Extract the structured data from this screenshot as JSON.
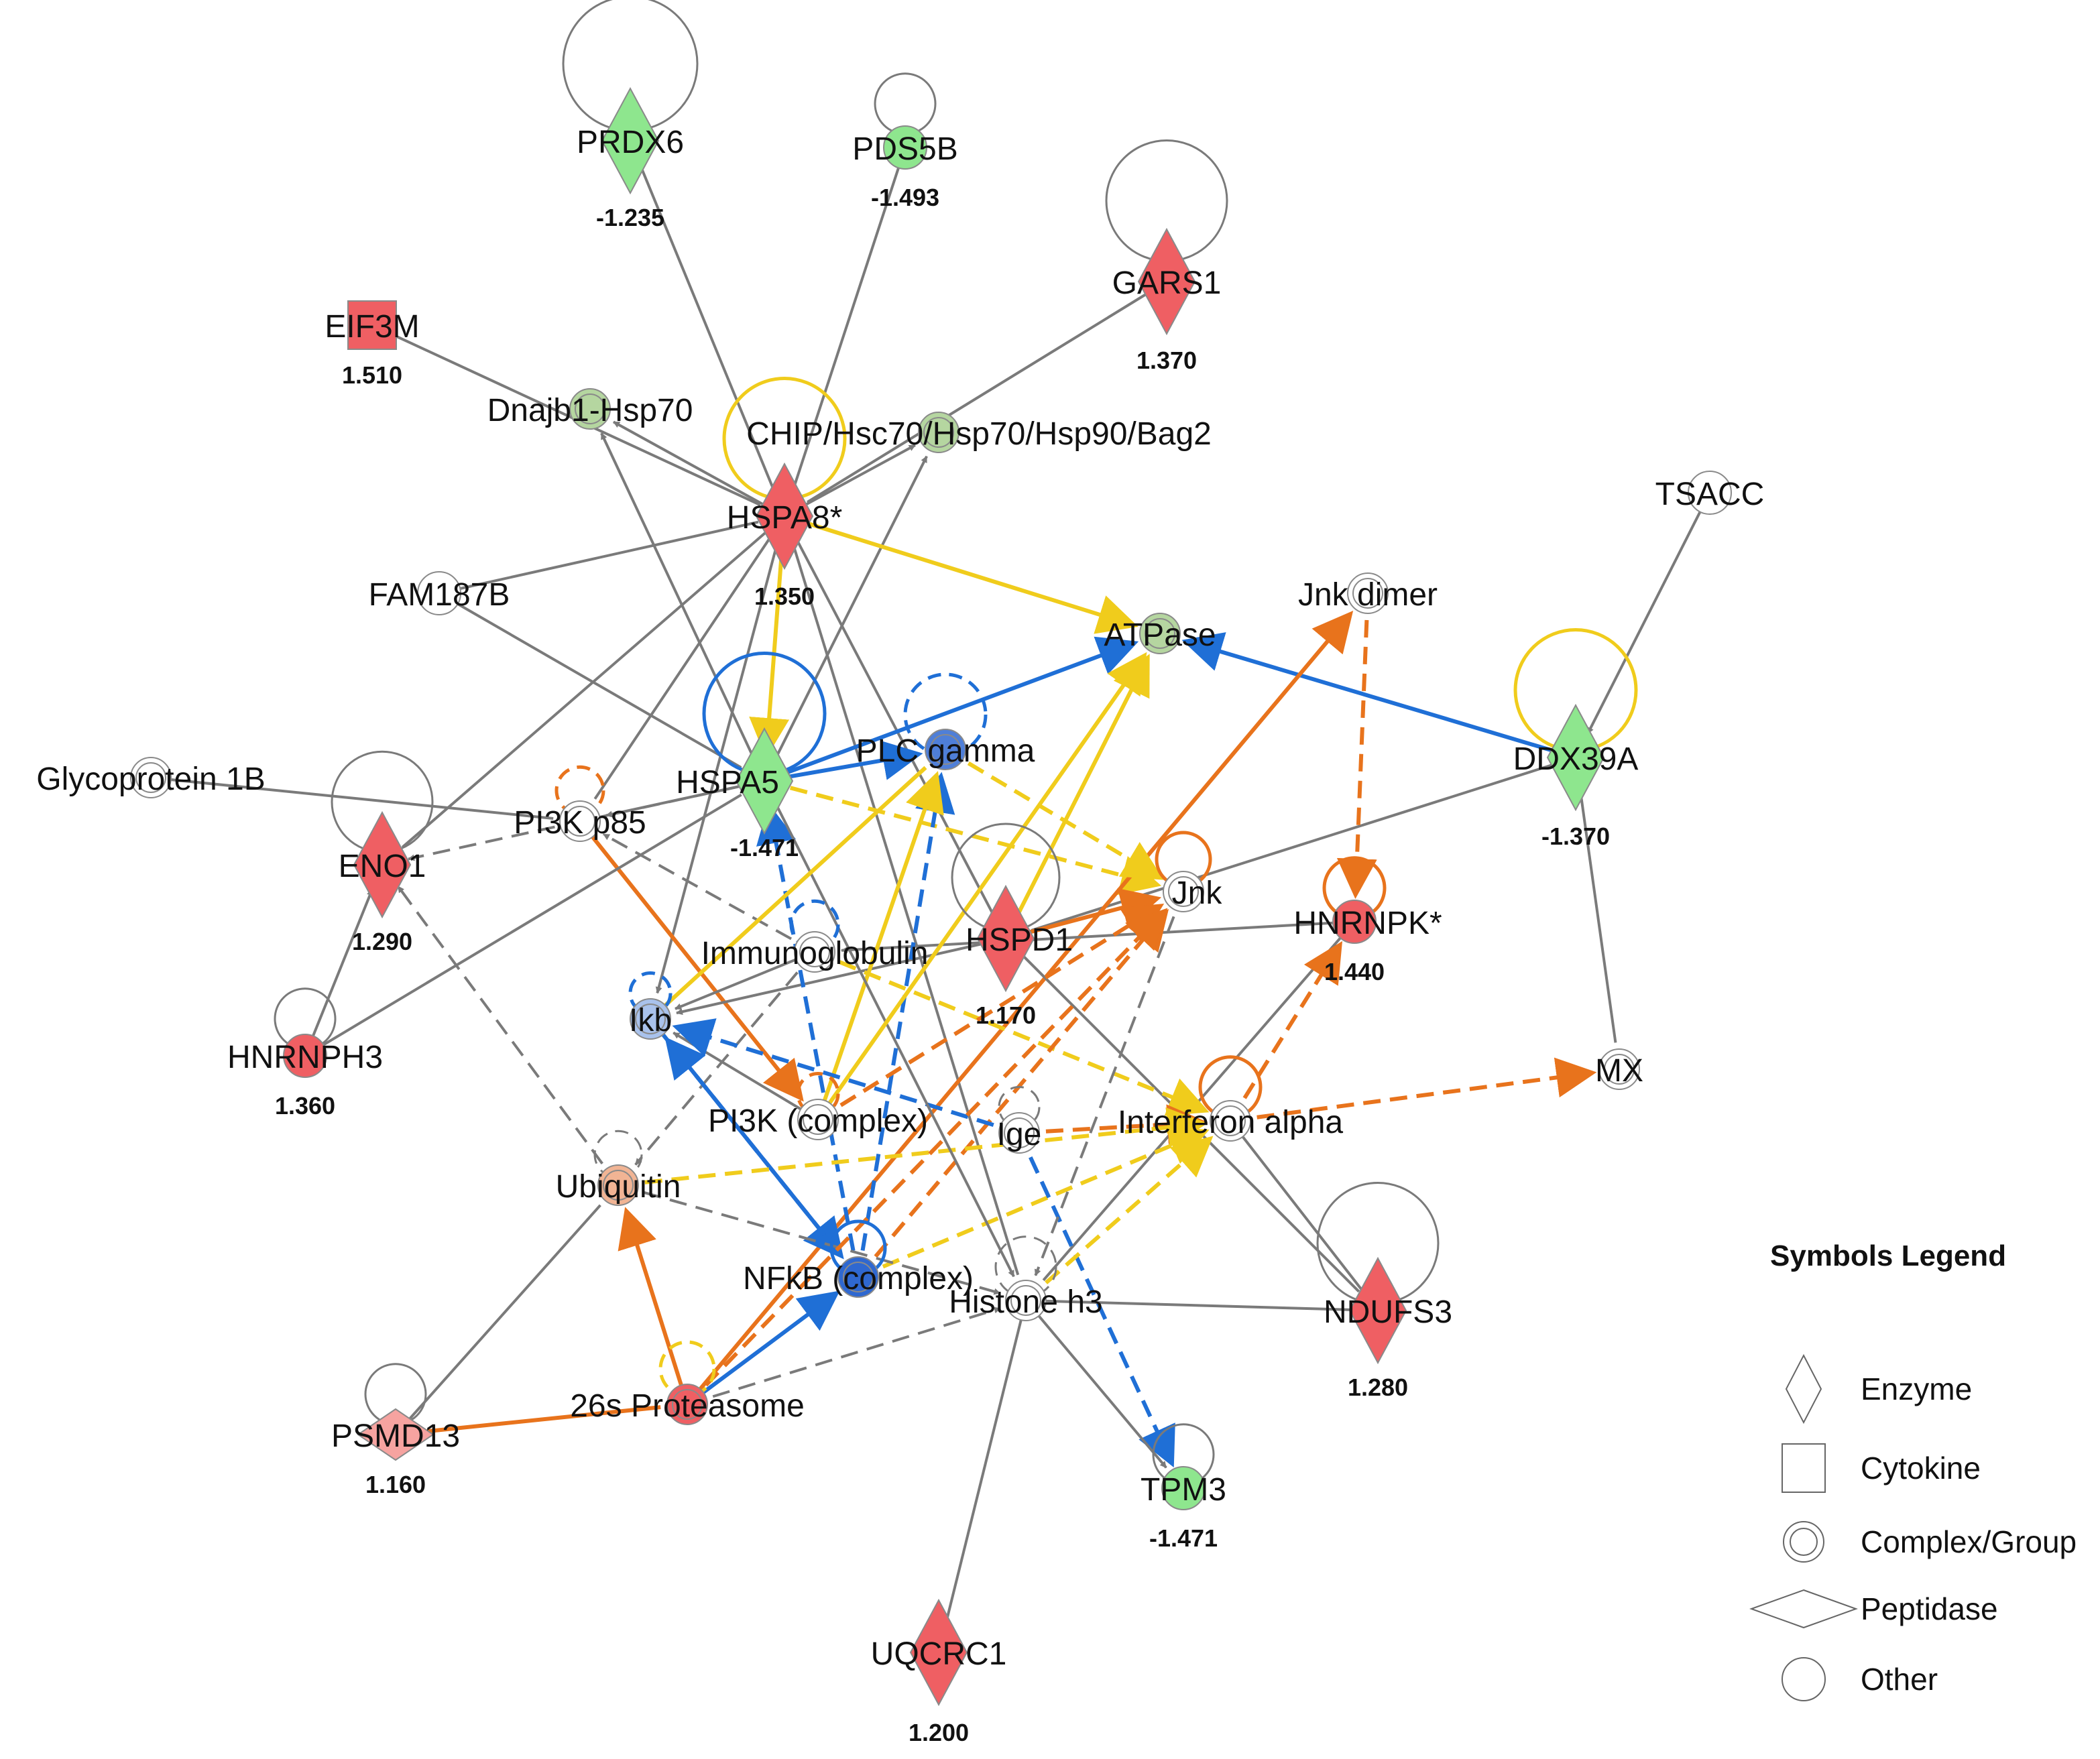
{
  "colors": {
    "up": "#ef5f63",
    "up_light": "#f6a3a0",
    "down": "#8ee68e",
    "neutral": "#ffffff",
    "blue_node": "#4f7fd8",
    "blue_light": "#a9c2ec",
    "ubiquitin": "#f1b494",
    "edge_gray": "#7a7a7a",
    "edge_blue": "#1f6fd6",
    "edge_orange": "#e8731c",
    "edge_yellow": "#f0cc1c"
  },
  "nodes": [
    {
      "id": "PRDX6",
      "label": "PRDX6",
      "value": "-1.235",
      "shape": "enzyme",
      "fill": "#8ee68e",
      "self_loop": true
    },
    {
      "id": "PDS5B",
      "label": "PDS5B",
      "value": "-1.493",
      "shape": "other",
      "fill": "#8ee68e",
      "self_loop": true
    },
    {
      "id": "GARS1",
      "label": "GARS1",
      "value": "1.370",
      "shape": "enzyme",
      "fill": "#ef5f63",
      "self_loop": true
    },
    {
      "id": "EIF3M",
      "label": "EIF3M",
      "value": "1.510",
      "shape": "cytokine",
      "fill": "#ef5f63"
    },
    {
      "id": "DNAJB1",
      "label": "Dnajb1-Hsp70",
      "value": "",
      "shape": "complex",
      "fill": "#b5d6a0"
    },
    {
      "id": "CHIP",
      "label": "CHIP/Hsc70/Hsp70/Hsp90/Bag2",
      "value": "",
      "shape": "complex",
      "fill": "#b5d6a0"
    },
    {
      "id": "HSPA8",
      "label": "HSPA8*",
      "value": "1.350",
      "shape": "enzyme",
      "fill": "#ef5f63",
      "self_loop": true
    },
    {
      "id": "TSACC",
      "label": "TSACC",
      "value": "",
      "shape": "other",
      "fill": "#ffffff"
    },
    {
      "id": "FAM187B",
      "label": "FAM187B",
      "value": "",
      "shape": "other",
      "fill": "#ffffff"
    },
    {
      "id": "JNKDIMER",
      "label": "Jnk dimer",
      "value": "",
      "shape": "complex",
      "fill": "#ffffff"
    },
    {
      "id": "ATPASE",
      "label": "ATPase",
      "value": "",
      "shape": "complex",
      "fill": "#b5d6a0"
    },
    {
      "id": "DDX39A",
      "label": "DDX39A",
      "value": "-1.370",
      "shape": "enzyme",
      "fill": "#8ee68e",
      "self_loop": true
    },
    {
      "id": "GP1B",
      "label": "Glycoprotein 1B",
      "value": "",
      "shape": "complex",
      "fill": "#ffffff"
    },
    {
      "id": "HSPA5",
      "label": "HSPA5",
      "value": "-1.471",
      "shape": "enzyme",
      "fill": "#8ee68e",
      "self_loop": true
    },
    {
      "id": "PLCG",
      "label": "PLC gamma",
      "value": "",
      "shape": "complex",
      "fill": "#4f7fd8",
      "self_loop": true
    },
    {
      "id": "PI3KP85",
      "label": "PI3K p85",
      "value": "",
      "shape": "complex",
      "fill": "#ffffff",
      "self_loop": true
    },
    {
      "id": "ENO1",
      "label": "ENO1",
      "value": "1.290",
      "shape": "enzyme",
      "fill": "#ef5f63",
      "self_loop": true
    },
    {
      "id": "JNK",
      "label": "Jnk",
      "value": "",
      "shape": "complex",
      "fill": "#ffffff",
      "self_loop": true
    },
    {
      "id": "HNRNPK",
      "label": "HNRNPK*",
      "value": "1.440",
      "shape": "other",
      "fill": "#ef5f63",
      "self_loop": true
    },
    {
      "id": "IMMUNO",
      "label": "Immunoglobulin",
      "value": "",
      "shape": "complex",
      "fill": "#ffffff",
      "self_loop": true
    },
    {
      "id": "HSPD1",
      "label": "HSPD1",
      "value": "1.170",
      "shape": "enzyme",
      "fill": "#ef5f63",
      "self_loop": true
    },
    {
      "id": "IKB",
      "label": "Ikb",
      "value": "",
      "shape": "complex",
      "fill": "#a9c2ec",
      "self_loop": true
    },
    {
      "id": "HNRNPH3",
      "label": "HNRNPH3",
      "value": "1.360",
      "shape": "other",
      "fill": "#ef5f63",
      "self_loop": true
    },
    {
      "id": "MX",
      "label": "MX",
      "value": "",
      "shape": "complex",
      "fill": "#ffffff"
    },
    {
      "id": "PI3KC",
      "label": "PI3K (complex)",
      "value": "",
      "shape": "complex",
      "fill": "#ffffff",
      "self_loop": true
    },
    {
      "id": "IGE",
      "label": "Ige",
      "value": "",
      "shape": "complex",
      "fill": "#ffffff",
      "self_loop": true
    },
    {
      "id": "IFNA",
      "label": "Interferon alpha",
      "value": "",
      "shape": "complex",
      "fill": "#ffffff",
      "self_loop": true
    },
    {
      "id": "UBIQ",
      "label": "Ubiquitin",
      "value": "",
      "shape": "complex",
      "fill": "#f1b494",
      "self_loop": true
    },
    {
      "id": "NFKB",
      "label": "NFkB (complex)",
      "value": "",
      "shape": "complex",
      "fill": "#2f68d0",
      "self_loop": true
    },
    {
      "id": "H3",
      "label": "Histone h3",
      "value": "",
      "shape": "complex",
      "fill": "#ffffff",
      "self_loop": true
    },
    {
      "id": "NDUFS3",
      "label": "NDUFS3",
      "value": "1.280",
      "shape": "enzyme",
      "fill": "#ef5f63",
      "self_loop": true
    },
    {
      "id": "P26S",
      "label": "26s Proteasome",
      "value": "",
      "shape": "complex",
      "fill": "#ef5f63",
      "self_loop": true
    },
    {
      "id": "PSMD13",
      "label": "PSMD13",
      "value": "1.160",
      "shape": "peptidase",
      "fill": "#f6a3a0",
      "self_loop": true
    },
    {
      "id": "TPM3",
      "label": "TPM3",
      "value": "-1.471",
      "shape": "other",
      "fill": "#8ee68e",
      "self_loop": true
    },
    {
      "id": "UQCRC1",
      "label": "UQCRC1",
      "value": "1.200",
      "shape": "enzyme",
      "fill": "#ef5f63"
    }
  ],
  "edges": [
    {
      "from": "PRDX6",
      "to": "HSPA8",
      "color": "gray",
      "dash": false,
      "arrow": false
    },
    {
      "from": "PDS5B",
      "to": "HSPA8",
      "color": "gray",
      "dash": false,
      "arrow": false
    },
    {
      "from": "GARS1",
      "to": "HSPA8",
      "color": "gray",
      "dash": false,
      "arrow": false
    },
    {
      "from": "EIF3M",
      "to": "HSPA8",
      "color": "gray",
      "dash": false,
      "arrow": false
    },
    {
      "from": "HSPA8",
      "to": "DNAJB1",
      "color": "gray",
      "dash": false,
      "arrow": true
    },
    {
      "from": "HSPA8",
      "to": "CHIP",
      "color": "gray",
      "dash": false,
      "arrow": true
    },
    {
      "from": "HSPA5",
      "to": "DNAJB1",
      "color": "gray",
      "dash": false,
      "arrow": true
    },
    {
      "from": "HSPA5",
      "to": "CHIP",
      "color": "gray",
      "dash": false,
      "arrow": true
    },
    {
      "from": "FAM187B",
      "to": "HSPA8",
      "color": "gray",
      "dash": false,
      "arrow": false
    },
    {
      "from": "FAM187B",
      "to": "HSPA5",
      "color": "gray",
      "dash": false,
      "arrow": false
    },
    {
      "from": "HSPA8",
      "to": "ATPASE",
      "color": "yellow",
      "dash": false,
      "arrow": true
    },
    {
      "from": "HSPA8",
      "to": "HSPA5",
      "color": "yellow",
      "dash": false,
      "arrow": true
    },
    {
      "from": "HSPA8",
      "to": "PI3KP85",
      "color": "gray",
      "dash": false,
      "arrow": false
    },
    {
      "from": "HSPA8",
      "to": "ENO1",
      "color": "gray",
      "dash": false,
      "arrow": false
    },
    {
      "from": "HSPA8",
      "to": "IKB",
      "color": "gray",
      "dash": false,
      "arrow": true
    },
    {
      "from": "HSPA8",
      "to": "HSPD1",
      "color": "gray",
      "dash": false,
      "arrow": false
    },
    {
      "from": "HSPA8",
      "to": "H3",
      "color": "gray",
      "dash": false,
      "arrow": false
    },
    {
      "from": "TSACC",
      "to": "DDX39A",
      "color": "gray",
      "dash": false,
      "arrow": true
    },
    {
      "from": "DDX39A",
      "to": "ATPASE",
      "color": "blue",
      "dash": false,
      "arrow": true
    },
    {
      "from": "DDX39A",
      "to": "MX",
      "color": "gray",
      "dash": false,
      "arrow": false
    },
    {
      "from": "DDX39A",
      "to": "HSPD1",
      "color": "gray",
      "dash": false,
      "arrow": false
    },
    {
      "from": "HSPA5",
      "to": "ATPASE",
      "color": "blue",
      "dash": false,
      "arrow": true
    },
    {
      "from": "HSPA5",
      "to": "PLCG",
      "color": "blue",
      "dash": false,
      "arrow": true
    },
    {
      "from": "HSPA5",
      "to": "JNK",
      "color": "yellow",
      "dash": true,
      "arrow": true
    },
    {
      "from": "HSPA5",
      "to": "PI3KP85",
      "color": "gray",
      "dash": false,
      "arrow": true
    },
    {
      "from": "GP1B",
      "to": "PI3KP85",
      "color": "gray",
      "dash": false,
      "arrow": false
    },
    {
      "from": "PI3KP85",
      "to": "PI3KC",
      "color": "orange",
      "dash": false,
      "arrow": true
    },
    {
      "from": "HSPA5",
      "to": "ENO1",
      "color": "gray",
      "dash": true,
      "arrow": true
    },
    {
      "from": "JNKDIMER",
      "to": "HNRNPK",
      "color": "orange",
      "dash": true,
      "arrow": true
    },
    {
      "from": "P26S",
      "to": "JNKDIMER",
      "color": "orange",
      "dash": false,
      "arrow": true
    },
    {
      "from": "PLCG",
      "to": "JNK",
      "color": "yellow",
      "dash": true,
      "arrow": true
    },
    {
      "from": "HSPD1",
      "to": "ATPASE",
      "color": "yellow",
      "dash": false,
      "arrow": true
    },
    {
      "from": "HSPD1",
      "to": "JNK",
      "color": "orange",
      "dash": false,
      "arrow": true
    },
    {
      "from": "HSPD1",
      "to": "IKB",
      "color": "gray",
      "dash": false,
      "arrow": true
    },
    {
      "from": "HSPD1",
      "to": "NDUFS3",
      "color": "gray",
      "dash": false,
      "arrow": false
    },
    {
      "from": "HNRNPK",
      "to": "IMMUNO",
      "color": "gray",
      "dash": false,
      "arrow": true
    },
    {
      "from": "HNRNPK",
      "to": "H3",
      "color": "gray",
      "dash": false,
      "arrow": false
    },
    {
      "from": "IFNA",
      "to": "MX",
      "color": "orange",
      "dash": true,
      "arrow": true
    },
    {
      "from": "IFNA",
      "to": "HNRNPK",
      "color": "orange",
      "dash": true,
      "arrow": true
    },
    {
      "from": "IFNA",
      "to": "NDUFS3",
      "color": "gray",
      "dash": false,
      "arrow": false
    },
    {
      "from": "IMMUNO",
      "to": "IKB",
      "color": "gray",
      "dash": false,
      "arrow": true
    },
    {
      "from": "IMMUNO",
      "to": "IFNA",
      "color": "yellow",
      "dash": true,
      "arrow": true
    },
    {
      "from": "IMMUNO",
      "to": "UBIQ",
      "color": "gray",
      "dash": true,
      "arrow": true
    },
    {
      "from": "IMMUNO",
      "to": "PI3KP85",
      "color": "gray",
      "dash": true,
      "arrow": true
    },
    {
      "from": "IKB",
      "to": "NFKB",
      "color": "blue",
      "dash": false,
      "arrow": true
    },
    {
      "from": "NFKB",
      "to": "IKB",
      "color": "blue",
      "dash": true,
      "arrow": true
    },
    {
      "from": "NFKB",
      "to": "HSPA5",
      "color": "blue",
      "dash": true,
      "arrow": true
    },
    {
      "from": "NFKB",
      "to": "PLCG",
      "color": "blue",
      "dash": true,
      "arrow": true
    },
    {
      "from": "NFKB",
      "to": "JNK",
      "color": "orange",
      "dash": true,
      "arrow": true
    },
    {
      "from": "NFKB",
      "to": "IFNA",
      "color": "yellow",
      "dash": true,
      "arrow": true
    },
    {
      "from": "PI3KC",
      "to": "JNK",
      "color": "orange",
      "dash": true,
      "arrow": true
    },
    {
      "from": "PI3KC",
      "to": "PLCG",
      "color": "yellow",
      "dash": false,
      "arrow": true
    },
    {
      "from": "PI3KC",
      "to": "IKB",
      "color": "gray",
      "dash": false,
      "arrow": true
    },
    {
      "from": "IGE",
      "to": "TPM3",
      "color": "blue",
      "dash": true,
      "arrow": true
    },
    {
      "from": "IGE",
      "to": "IKB",
      "color": "blue",
      "dash": true,
      "arrow": true
    },
    {
      "from": "IGE",
      "to": "IFNA",
      "color": "orange",
      "dash": true,
      "arrow": true
    },
    {
      "from": "UBIQ",
      "to": "ENO1",
      "color": "gray",
      "dash": true,
      "arrow": true
    },
    {
      "from": "UBIQ",
      "to": "IFNA",
      "color": "yellow",
      "dash": true,
      "arrow": true
    },
    {
      "from": "UBIQ",
      "to": "H3",
      "color": "gray",
      "dash": true,
      "arrow": true
    },
    {
      "from": "P26S",
      "to": "UBIQ",
      "color": "orange",
      "dash": false,
      "arrow": true
    },
    {
      "from": "P26S",
      "to": "NFKB",
      "color": "blue",
      "dash": false,
      "arrow": true
    },
    {
      "from": "P26S",
      "to": "H3",
      "color": "gray",
      "dash": true,
      "arrow": true
    },
    {
      "from": "P26S",
      "to": "JNK",
      "color": "orange",
      "dash": true,
      "arrow": true
    },
    {
      "from": "PSMD13",
      "to": "P26S",
      "color": "orange",
      "dash": false,
      "arrow": false
    },
    {
      "from": "PSMD13",
      "to": "UBIQ",
      "color": "gray",
      "dash": false,
      "arrow": false
    },
    {
      "from": "HNRNPH3",
      "to": "ENO1",
      "color": "gray",
      "dash": false,
      "arrow": true
    },
    {
      "from": "HNRNPH3",
      "to": "HSPA5",
      "color": "gray",
      "dash": false,
      "arrow": false
    },
    {
      "from": "H3",
      "to": "UQCRC1",
      "color": "gray",
      "dash": false,
      "arrow": true
    },
    {
      "from": "H3",
      "to": "TPM3",
      "color": "gray",
      "dash": false,
      "arrow": true
    },
    {
      "from": "H3",
      "to": "NDUFS3",
      "color": "gray",
      "dash": false,
      "arrow": false
    },
    {
      "from": "H3",
      "to": "IFNA",
      "color": "yellow",
      "dash": true,
      "arrow": true
    },
    {
      "from": "JNK",
      "to": "H3",
      "color": "gray",
      "dash": true,
      "arrow": true
    },
    {
      "from": "HSPA5",
      "to": "H3",
      "color": "gray",
      "dash": false,
      "arrow": true
    },
    {
      "from": "IKB",
      "to": "PLCG",
      "color": "yellow",
      "dash": false,
      "arrow": false
    },
    {
      "from": "PI3KC",
      "to": "ATPASE",
      "color": "yellow",
      "dash": false,
      "arrow": true
    }
  ],
  "legend": {
    "title": "Symbols Legend",
    "items": [
      {
        "shape": "enzyme",
        "label": "Enzyme"
      },
      {
        "shape": "cytokine",
        "label": "Cytokine"
      },
      {
        "shape": "complex",
        "label": "Complex/Group"
      },
      {
        "shape": "peptidase",
        "label": "Peptidase"
      },
      {
        "shape": "other",
        "label": "Other"
      }
    ]
  }
}
